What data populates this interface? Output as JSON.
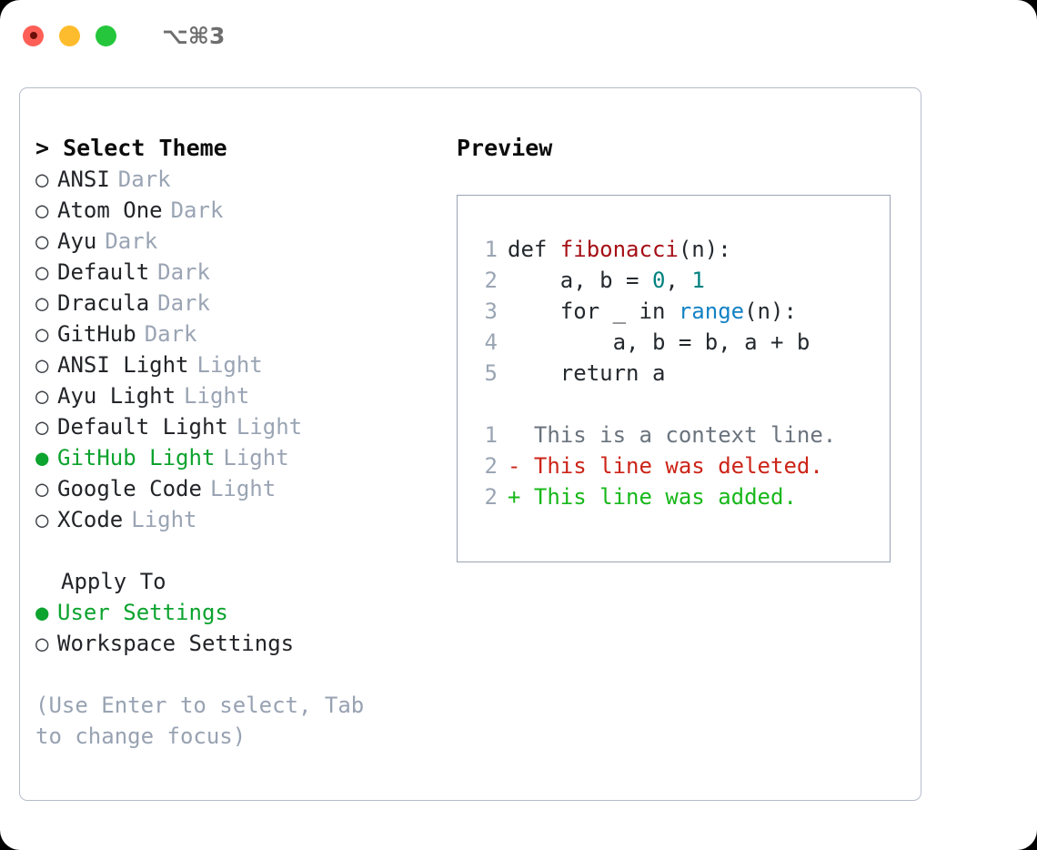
{
  "titlebar": {
    "shortcut": "⌥⌘3",
    "lights": [
      "close",
      "minimize",
      "maximize"
    ]
  },
  "theme_picker": {
    "heading": "> Select Theme",
    "prompt": ">",
    "heading_text": "Select Theme",
    "selected_bullet": "●",
    "unselected_bullet": "○",
    "accent_green": "#0ca32e",
    "tag_gray": "#9aa4b4",
    "items": [
      {
        "bullet": "○",
        "label": "ANSI",
        "tag": "Dark",
        "selected": false
      },
      {
        "bullet": "○",
        "label": "Atom One",
        "tag": "Dark",
        "selected": false
      },
      {
        "bullet": "○",
        "label": "Ayu",
        "tag": "Dark",
        "selected": false
      },
      {
        "bullet": "○",
        "label": "Default",
        "tag": "Dark",
        "selected": false
      },
      {
        "bullet": "○",
        "label": "Dracula",
        "tag": "Dark",
        "selected": false
      },
      {
        "bullet": "○",
        "label": "GitHub",
        "tag": "Dark",
        "selected": false
      },
      {
        "bullet": "○",
        "label": "ANSI Light",
        "tag": "Light",
        "selected": false
      },
      {
        "bullet": "○",
        "label": "Ayu Light",
        "tag": "Light",
        "selected": false
      },
      {
        "bullet": "○",
        "label": "Default Light",
        "tag": "Light",
        "selected": false
      },
      {
        "bullet": "●",
        "label": "GitHub Light",
        "tag": "Light",
        "selected": true
      },
      {
        "bullet": "○",
        "label": "Google Code",
        "tag": "Light",
        "selected": false
      },
      {
        "bullet": "○",
        "label": "XCode",
        "tag": "Light",
        "selected": false
      }
    ]
  },
  "apply_to": {
    "heading": "Apply To",
    "items": [
      {
        "bullet": "●",
        "label": "User Settings",
        "selected": true
      },
      {
        "bullet": "○",
        "label": "Workspace Settings",
        "selected": false
      }
    ]
  },
  "hint": "(Use Enter to select, Tab to change focus)",
  "preview": {
    "title": "Preview",
    "code_lines": [
      {
        "no": "1",
        "segments": [
          {
            "text": "def ",
            "type": "plain"
          },
          {
            "text": "fibonacci",
            "type": "fn"
          },
          {
            "text": "(n):",
            "type": "plain"
          }
        ]
      },
      {
        "no": "2",
        "segments": [
          {
            "text": "    a, b = ",
            "type": "plain"
          },
          {
            "text": "0",
            "type": "num"
          },
          {
            "text": ", ",
            "type": "plain"
          },
          {
            "text": "1",
            "type": "num"
          }
        ]
      },
      {
        "no": "3",
        "segments": [
          {
            "text": "    for _ in ",
            "type": "plain"
          },
          {
            "text": "range",
            "type": "call"
          },
          {
            "text": "(n):",
            "type": "plain"
          }
        ]
      },
      {
        "no": "4",
        "segments": [
          {
            "text": "        a, b = b, a + b",
            "type": "plain"
          }
        ]
      },
      {
        "no": "5",
        "segments": [
          {
            "text": "    return a",
            "type": "plain"
          }
        ]
      }
    ],
    "diff_lines": [
      {
        "no": "1",
        "marker": "  ",
        "text": "This is a context line.",
        "kind": "context"
      },
      {
        "no": "2",
        "marker": "- ",
        "text": "This line was deleted.",
        "kind": "deleted"
      },
      {
        "no": "2",
        "marker": "+ ",
        "text": "This line was added.",
        "kind": "added"
      }
    ]
  }
}
